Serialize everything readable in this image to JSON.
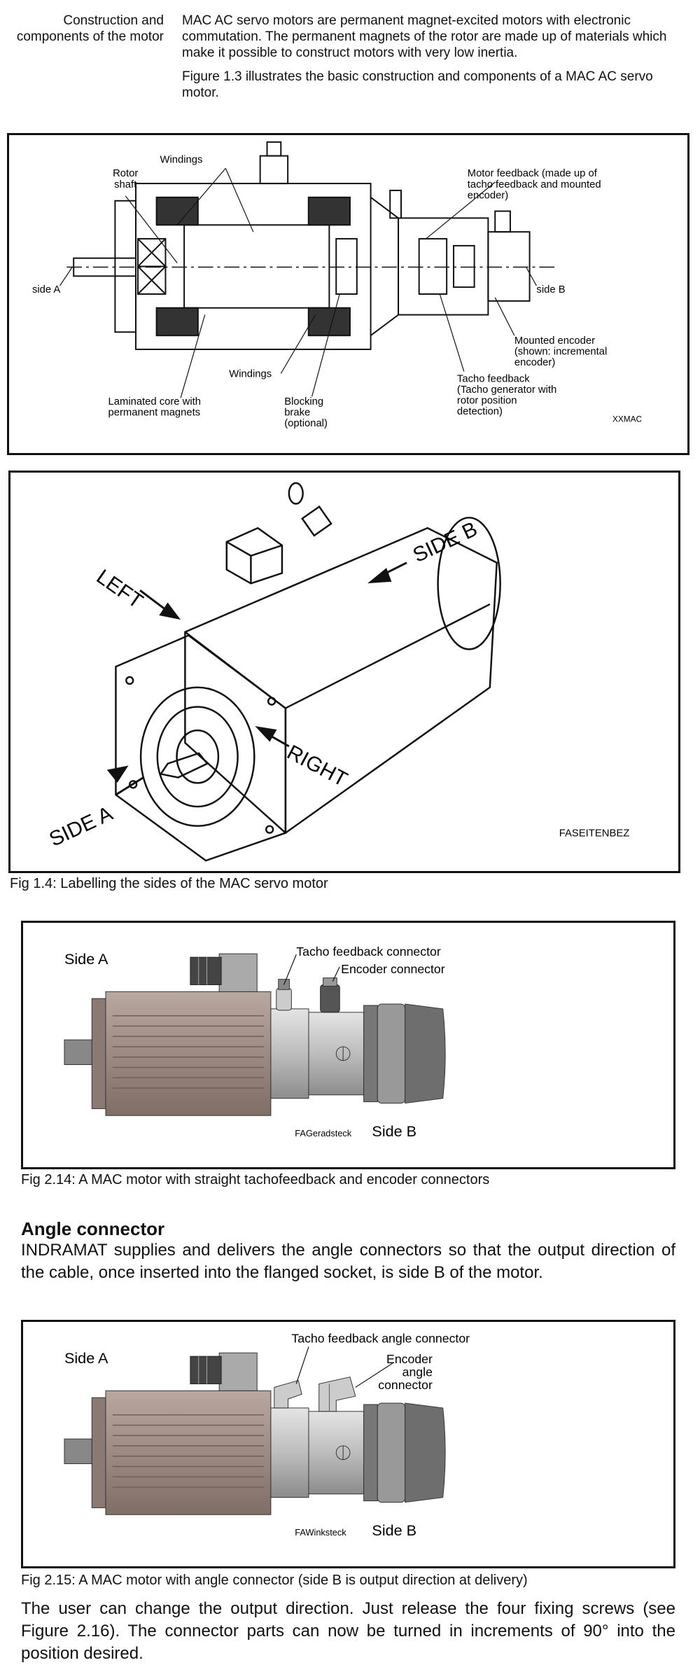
{
  "section": {
    "side_heading": "Construction and components of the motor",
    "paragraph_1": "MAC AC servo motors are permanent magnet-excited motors with electronic commutation. The permanent magnets of the rotor are made up of materials which make it possible to construct motors with very low inertia.",
    "paragraph_2": "Figure 1.3 illustrates the basic construction and components of a MAC AC servo motor."
  },
  "figure_1_3": {
    "labels": {
      "windings_top": "Windings",
      "rotor_shaft": "Rotor\nshaft",
      "motor_feedback": "Motor feedback (made up of\ntacho feedback and mounted\nencoder)",
      "side_a": "side A",
      "side_b": "side B",
      "mounted_encoder": "Mounted encoder\n(shown: incremental\nencoder)",
      "windings_bottom": "Windings",
      "tacho_feedback": "Tacho feedback\n(Tacho generator with\nrotor position\ndetection)",
      "laminated_core": "Laminated core with\npermanent magnets",
      "blocking_brake": "Blocking\nbrake\n(optional)",
      "code": "XXMAC"
    }
  },
  "figure_1_4": {
    "labels": {
      "left": "LEFT",
      "right": "RIGHT",
      "side_a": "SIDE A",
      "side_b": "SIDE B",
      "code": "FASEITENBEZ"
    },
    "caption": "Fig 1.4:  Labelling the sides of the MAC servo motor"
  },
  "figure_2_14": {
    "labels": {
      "side_a": "Side A",
      "side_b": "Side B",
      "tacho_connector": "Tacho feedback connector",
      "encoder_connector": "Encoder connector",
      "code": "FAGeradsteck"
    },
    "caption": "Fig 2.14:  A MAC motor with straight  tachofeedback and  encoder connectors"
  },
  "angle_connector": {
    "title": "Angle connector",
    "text": "INDRAMAT supplies and delivers the angle connectors so that the output direction of the cable, once inserted into the flanged socket, is side B of the motor."
  },
  "figure_2_15": {
    "labels": {
      "side_a": "Side A",
      "side_b": "Side B",
      "tacho_angle_connector": "Tacho feedback angle connector",
      "encoder_angle_connector": "Encoder\nangle\nconnector",
      "code": "FAWinksteck"
    },
    "caption": "Fig 2.15:  A MAC motor with angle connector (side B is output direction at delivery)"
  },
  "closing_text": "The user can change the output direction. Just release the four fixing screws (see Figure 2.16). The connector parts can now be turned in increments of 90° into the position desired."
}
